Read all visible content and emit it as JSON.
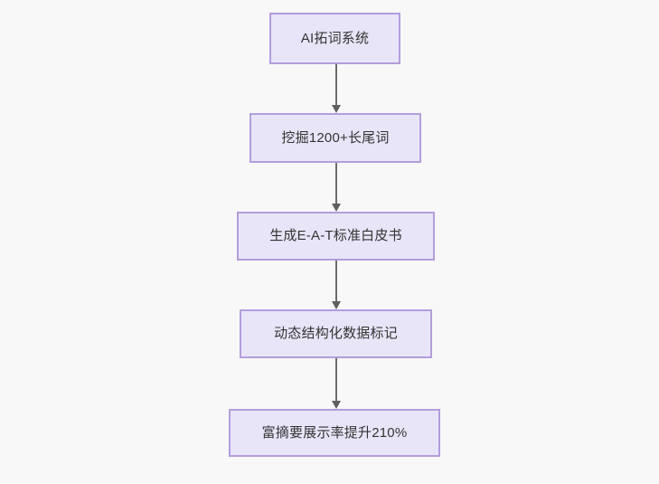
{
  "diagram": {
    "type": "flowchart",
    "orientation": "top-to-bottom",
    "background_color": "#f8f8f8",
    "node_fill_color": "#e9e5f9",
    "node_border_color": "#b39ddb",
    "node_text_color": "#333333",
    "edge_color": "#6b6b6b",
    "nodes": [
      {
        "id": "n1",
        "label": "AI拓词系统"
      },
      {
        "id": "n2",
        "label": "挖掘1200+长尾词"
      },
      {
        "id": "n3",
        "label": "生成E-A-T标准白皮书"
      },
      {
        "id": "n4",
        "label": "动态结构化数据标记"
      },
      {
        "id": "n5",
        "label": "富摘要展示率提升210%"
      }
    ],
    "edges": [
      {
        "from": "n1",
        "to": "n2",
        "label": ""
      },
      {
        "from": "n2",
        "to": "n3",
        "label": ""
      },
      {
        "from": "n3",
        "to": "n4",
        "label": ""
      },
      {
        "from": "n4",
        "to": "n5",
        "label": ""
      }
    ]
  }
}
